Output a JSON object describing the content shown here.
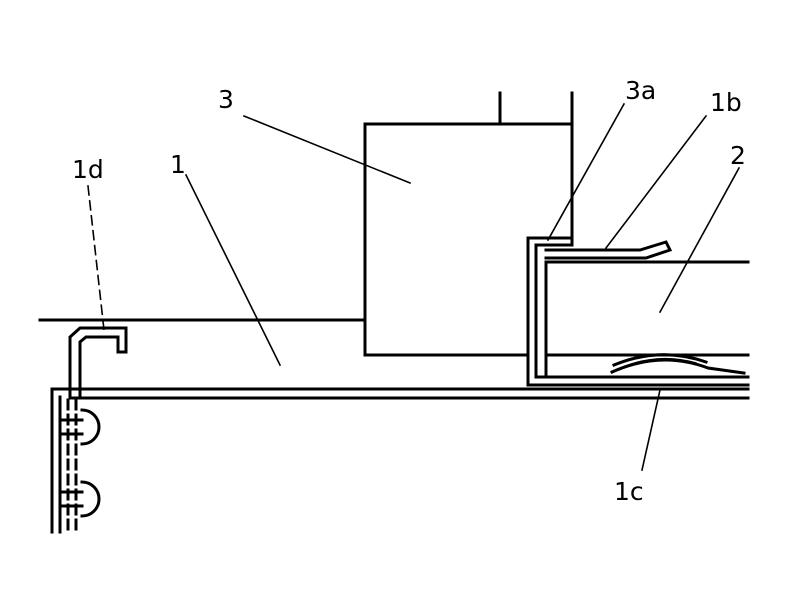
{
  "labels": {
    "part_3": "3",
    "part_3a": "3a",
    "part_1b": "1b",
    "part_2": "2",
    "part_1d": "1d",
    "part_1": "1",
    "part_1c": "1c"
  }
}
